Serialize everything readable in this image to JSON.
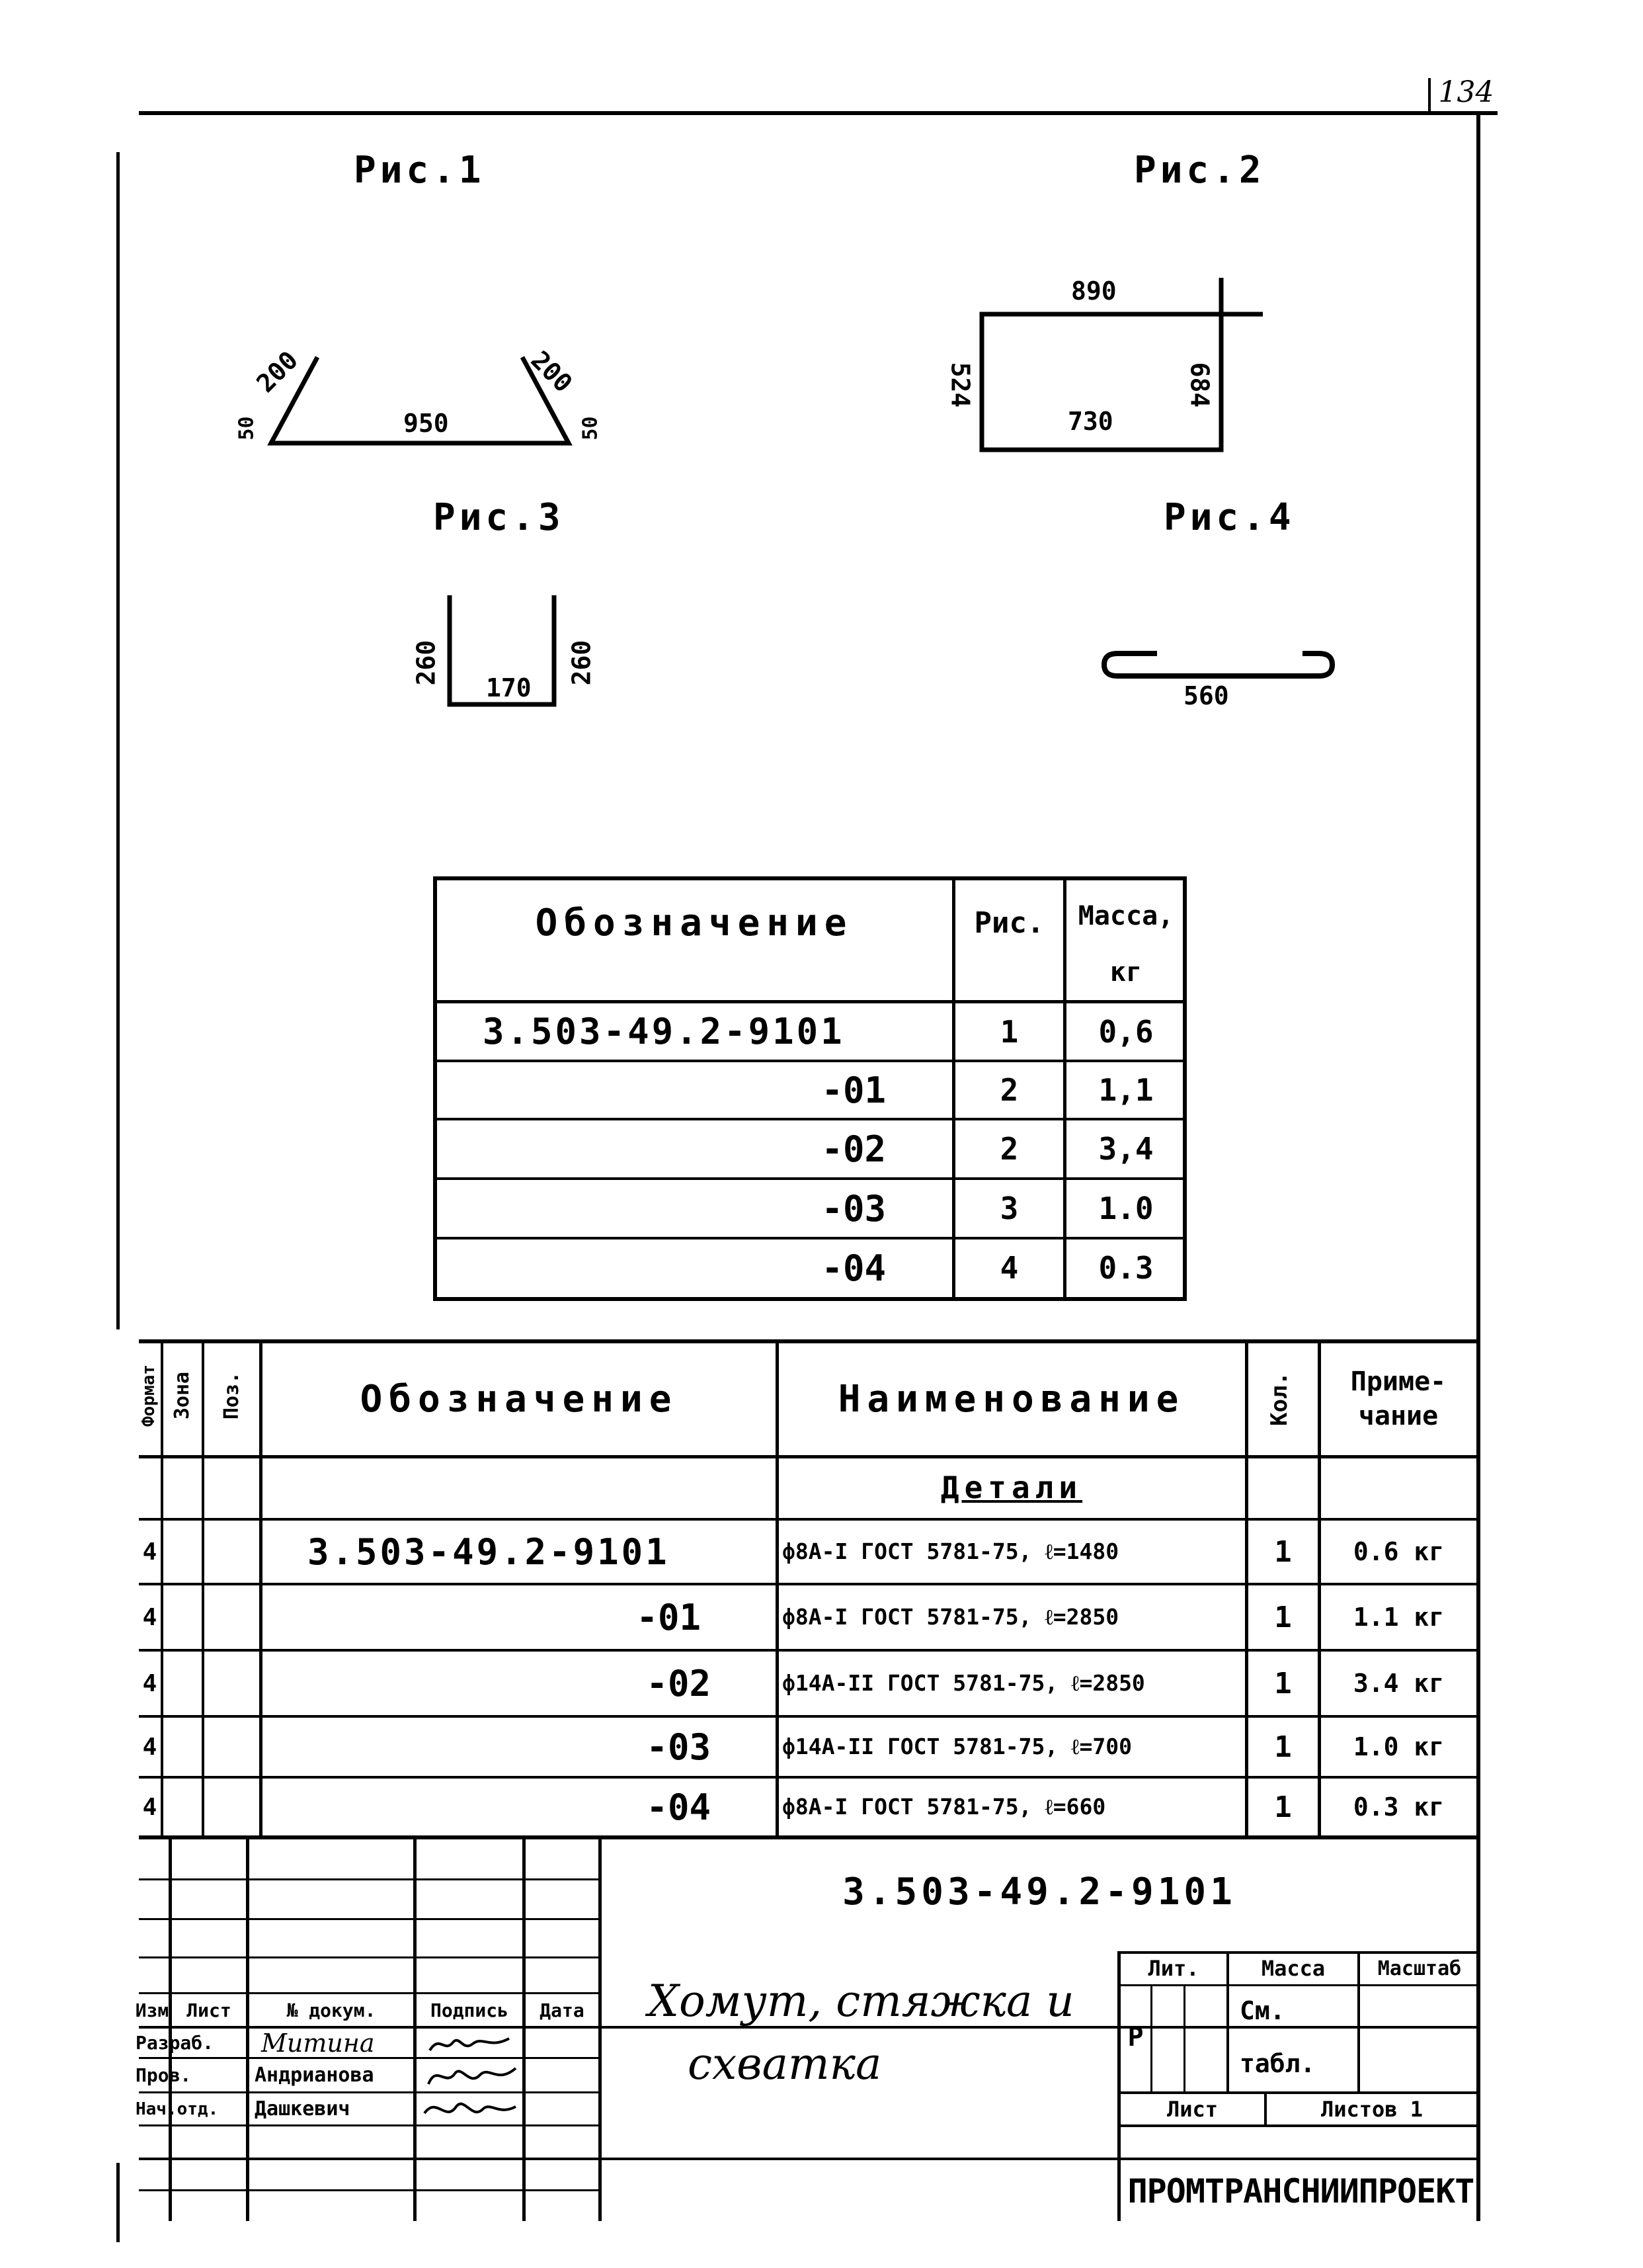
{
  "sheet_number": "134",
  "figures": [
    {
      "title": "Рис.1",
      "dims": [
        "200",
        "200",
        "50",
        "950",
        "50"
      ]
    },
    {
      "title": "Рис.2",
      "dims": [
        "890",
        "524",
        "684",
        "730"
      ]
    },
    {
      "title": "Рис.3",
      "dims": [
        "260",
        "170",
        "260"
      ]
    },
    {
      "title": "Рис.4",
      "dims": [
        "560"
      ]
    }
  ],
  "group_table": {
    "headers": {
      "designation": "Обозначение",
      "fig": "Рис.",
      "mass": "Масса,",
      "mass_unit": "кг"
    },
    "rows": [
      {
        "designation": "3.503-49.2-9101",
        "fig": "1",
        "mass": "0,6"
      },
      {
        "designation": "-01",
        "fig": "2",
        "mass": "1,1"
      },
      {
        "designation": "-02",
        "fig": "2",
        "mass": "3,4"
      },
      {
        "designation": "-03",
        "fig": "3",
        "mass": "1.0"
      },
      {
        "designation": "-04",
        "fig": "4",
        "mass": "0.3"
      }
    ]
  },
  "spec": {
    "headers": {
      "format": "Формат",
      "zone": "Зона",
      "pos": "Поз.",
      "designation": "Обозначение",
      "name": "Наименование",
      "qty": "Кол.",
      "note": "Приме-чание"
    },
    "section": "Детали",
    "rows": [
      {
        "format": "4",
        "designation": "3.503-49.2-9101",
        "name": "ф8А-I ГОСТ 5781-75, ℓ=1480",
        "qty": "1",
        "note": "0.6 кг"
      },
      {
        "format": "4",
        "designation": "-01",
        "name": "ф8А-I ГОСТ 5781-75, ℓ=2850",
        "qty": "1",
        "note": "1.1 кг"
      },
      {
        "format": "4",
        "designation": "-02",
        "name": "ф14А-II ГОСТ 5781-75, ℓ=2850",
        "qty": "1",
        "note": "3.4 кг"
      },
      {
        "format": "4",
        "designation": "-03",
        "name": "ф14А-II ГОСТ 5781-75, ℓ=700",
        "qty": "1",
        "note": "1.0 кг"
      },
      {
        "format": "4",
        "designation": "-04",
        "name": "ф8А-I ГОСТ 5781-75, ℓ=660",
        "qty": "1",
        "note": "0.3 кг"
      }
    ]
  },
  "title_block": {
    "doc_code": "3.503-49.2-9101",
    "title_line1": "Хомут, стяжка и",
    "title_line2": "схватка",
    "col_headers": {
      "izm": "Изм",
      "list": "Лист",
      "doc_no": "№ докум.",
      "sign": "Подпись",
      "date": "Дата"
    },
    "people": [
      {
        "role": "Разраб.",
        "name": "Митина"
      },
      {
        "role": "Пров.",
        "name": "Андрианова"
      },
      {
        "role": "Нач.отд.",
        "name": "Дашкевич"
      }
    ],
    "lit_label": "Лит.",
    "mass_label": "Масса",
    "scale_label": "Масштаб",
    "lit_value": "Р",
    "mass_value1": "См.",
    "mass_value2": "табл.",
    "sheet_label": "Лист",
    "sheets_label": "Листов 1",
    "organization": "ПРОМТРАНСНИИПРОЕКТ"
  }
}
